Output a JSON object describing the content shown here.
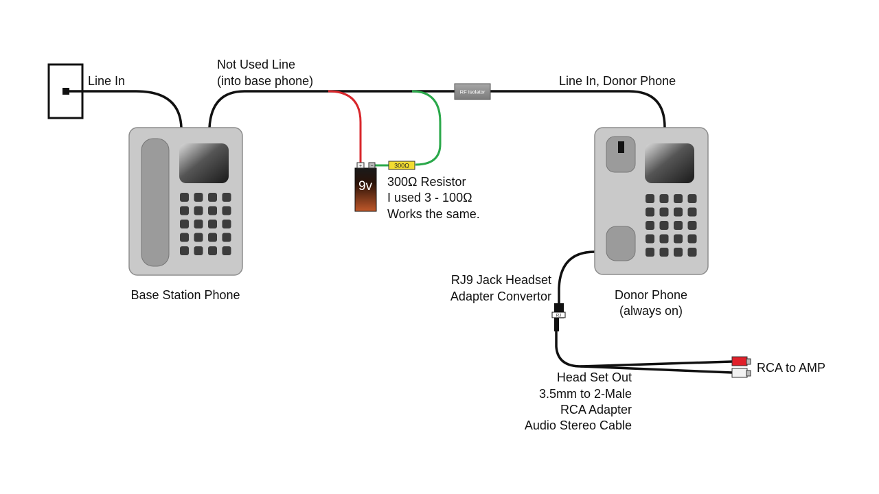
{
  "labels": {
    "line_in": "Line In",
    "not_used_line_1": "Not Used Line",
    "not_used_line_2": "(into base phone)",
    "line_in_donor": "Line In, Donor Phone",
    "rf_isolator": "RF Isolator",
    "resistor_tag": "300Ω",
    "battery": "9v",
    "battery_plus": "+",
    "battery_minus": "−",
    "resistor_note_1": "300Ω Resistor",
    "resistor_note_2": "I used 3 - 100Ω",
    "resistor_note_3": "Works the same.",
    "base_station_phone": "Base Station Phone",
    "rj9_1": "RJ9 Jack Headset",
    "rj9_2": "Adapter Convertor",
    "jack_tag": "RJ",
    "donor_phone_1": "Donor Phone",
    "donor_phone_2": "(always on)",
    "rca_to_amp": "RCA to AMP",
    "headset_out_1": "Head Set Out",
    "headset_out_2": "3.5mm to 2-Male",
    "headset_out_3": "RCA Adapter",
    "headset_out_4": "Audio Stereo Cable"
  },
  "colors": {
    "wire": "#111111",
    "red_wire": "#d8262b",
    "green_wire": "#2aa84a",
    "phone_body": "#c9c9c9",
    "key": "#3c3c3c",
    "resistor": "#f2dc32",
    "rca_red": "#e0202a",
    "rca_white": "#f2f2f2"
  }
}
